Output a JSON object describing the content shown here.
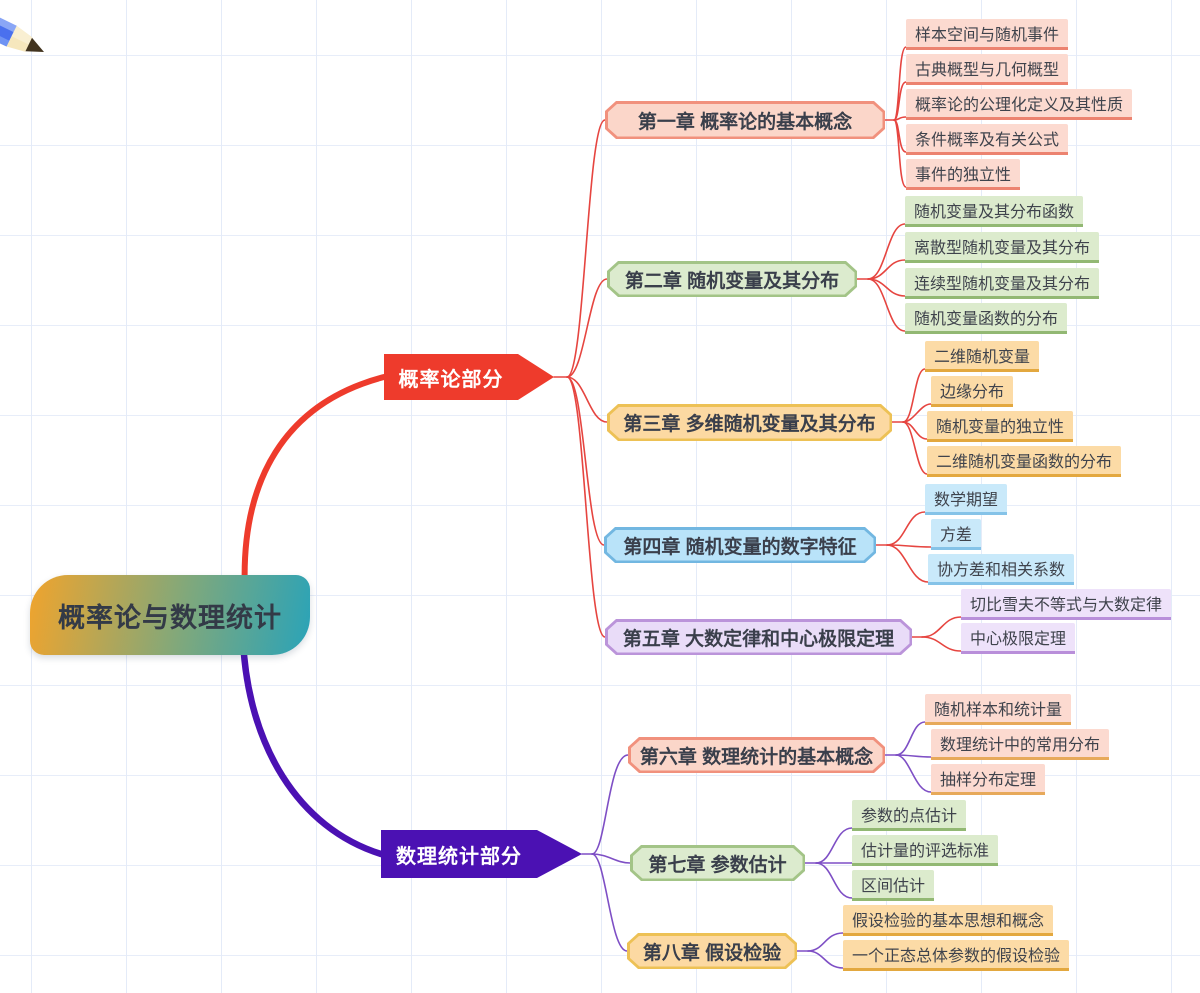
{
  "root": {
    "label": "概率论与数理统计"
  },
  "colors": {
    "branch_red": "#ee3b2c",
    "branch_purple": "#4b11b3",
    "connector_red": "#e64540",
    "connector_purple": "#7e4fc5"
  },
  "branches": [
    {
      "label": "概率论部分",
      "chapters": [
        {
          "label": "第一章 概率论的基本概念",
          "topics": [
            "样本空间与随机事件",
            "古典概型与几何概型",
            "概率论的公理化定义及其性质",
            "条件概率及有关公式",
            "事件的独立性"
          ]
        },
        {
          "label": "第二章 随机变量及其分布",
          "topics": [
            "随机变量及其分布函数",
            "离散型随机变量及其分布",
            "连续型随机变量及其分布",
            "随机变量函数的分布"
          ]
        },
        {
          "label": "第三章 多维随机变量及其分布",
          "topics": [
            "二维随机变量",
            "边缘分布",
            "随机变量的独立性",
            "二维随机变量函数的分布"
          ]
        },
        {
          "label": "第四章 随机变量的数字特征",
          "topics": [
            "数学期望",
            "方差",
            "协方差和相关系数"
          ]
        },
        {
          "label": "第五章 大数定律和中心极限定理",
          "topics": [
            "切比雪夫不等式与大数定律",
            "中心极限定理"
          ]
        }
      ]
    },
    {
      "label": "数理统计部分",
      "chapters": [
        {
          "label": "第六章 数理统计的基本概念",
          "topics": [
            "随机样本和统计量",
            "数理统计中的常用分布",
            "抽样分布定理"
          ]
        },
        {
          "label": "第七章 参数估计",
          "topics": [
            "参数的点估计",
            "估计量的评选标准",
            "区间估计"
          ]
        },
        {
          "label": "第八章 假设检验",
          "topics": [
            "假设检验的基本思想和概念",
            "一个正态总体参数的假设检验"
          ]
        }
      ]
    }
  ]
}
